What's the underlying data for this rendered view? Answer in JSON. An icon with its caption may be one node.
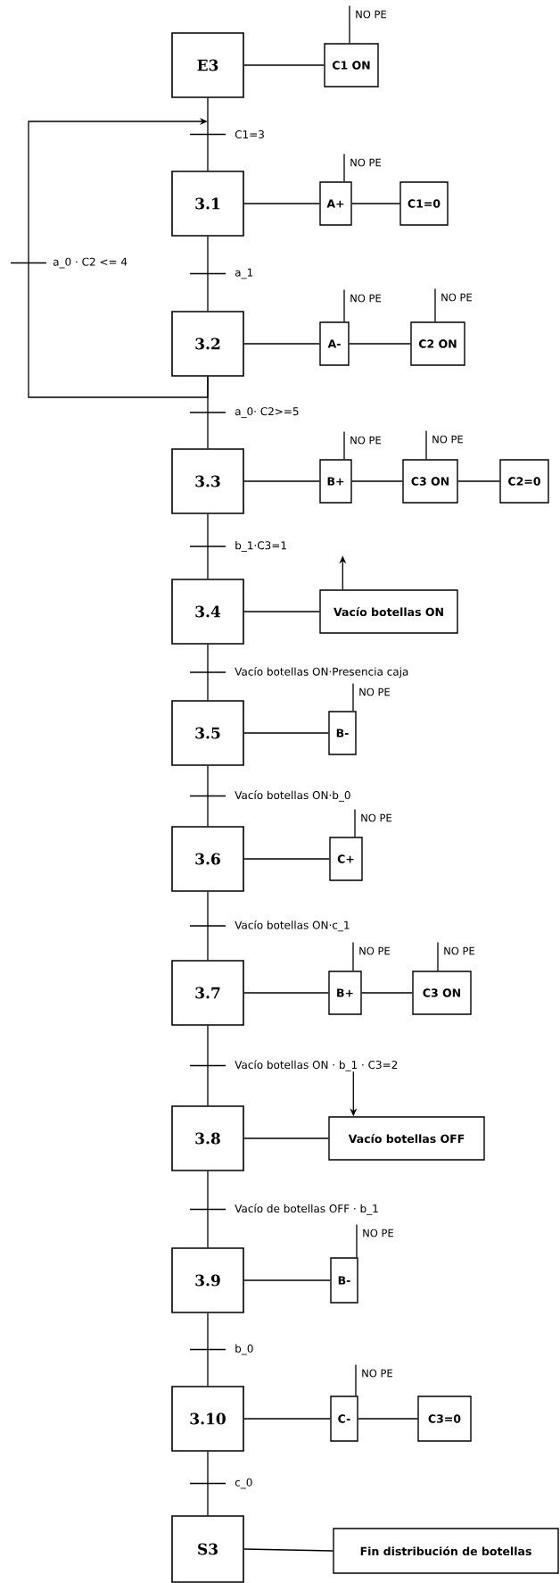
{
  "diagram": {
    "nodes": [
      {
        "text": [
          "NO PE"
        ]
      },
      {
        "text": [
          "E3"
        ]
      },
      {
        "text": [
          "C1 ON"
        ]
      },
      {
        "text": [
          "NO PE"
        ]
      },
      {
        "text": [
          "3.1"
        ]
      },
      {
        "text": [
          "A+"
        ]
      },
      {
        "text": [
          "C1=0"
        ]
      },
      {
        "text": [
          "NO PE"
        ]
      },
      {
        "text": [
          "NO PE"
        ]
      },
      {
        "text": [
          "3.2"
        ]
      },
      {
        "text": [
          "A-"
        ]
      },
      {
        "text": [
          "C2 ON"
        ]
      },
      {
        "text": [
          "NO PE"
        ]
      },
      {
        "text": [
          "NO PE"
        ]
      },
      {
        "text": [
          "3.3"
        ]
      },
      {
        "text": [
          "B+"
        ]
      },
      {
        "text": [
          "C3 ON"
        ]
      },
      {
        "text": [
          "C2=0"
        ]
      },
      {
        "text": [
          "3.4"
        ]
      },
      {
        "text": [
          "Vacío botellas ON"
        ]
      },
      {
        "text": [
          "NO PE"
        ]
      },
      {
        "text": [
          "3.5"
        ]
      },
      {
        "text": [
          "B-"
        ]
      },
      {
        "text": [
          "NO PE"
        ]
      },
      {
        "text": [
          "3.6"
        ]
      },
      {
        "text": [
          "C+"
        ]
      },
      {
        "text": [
          "NO PE"
        ]
      },
      {
        "text": [
          "NO PE"
        ]
      },
      {
        "text": [
          "3.7"
        ]
      },
      {
        "text": [
          "B+"
        ]
      },
      {
        "text": [
          "C3 ON"
        ]
      },
      {
        "text": [
          "3.8"
        ]
      },
      {
        "text": [
          "Vacío botellas OFF"
        ]
      },
      {
        "text": [
          "NO PE"
        ]
      },
      {
        "text": [
          "3.9"
        ]
      },
      {
        "text": [
          "B-"
        ]
      },
      {
        "text": [
          "NO PE"
        ]
      },
      {
        "text": [
          "3.10"
        ]
      },
      {
        "text": [
          "C-"
        ]
      },
      {
        "text": [
          "C3=0"
        ]
      },
      {
        "text": [
          "S3"
        ]
      },
      {
        "text": [
          "Fin distribución de botellas"
        ]
      }
    ],
    "edges": [
      {
        "from": 1,
        "to": 4,
        "arrow": "none",
        "label": "C1=3"
      },
      {
        "from": 4,
        "to": 9,
        "arrow": "none",
        "label": "a_1"
      },
      {
        "from": 9,
        "to": 14,
        "arrow": "none",
        "label": "a_0· C2>=5"
      },
      {
        "from": 14,
        "to": 18,
        "arrow": "none",
        "label": "b_1·C3=1"
      },
      {
        "from": 18,
        "to": 21,
        "arrow": "none",
        "label": "Vacío botellas ON·Presencia caja"
      },
      {
        "from": 21,
        "to": 24,
        "arrow": "none",
        "label": "Vacío botellas ON·b_0"
      },
      {
        "from": 24,
        "to": 28,
        "arrow": "none",
        "label": "Vacío botellas ON·c_1"
      },
      {
        "from": 28,
        "to": 31,
        "arrow": "none",
        "label": "Vacío botellas ON · b_1 · C3=2"
      },
      {
        "from": 31,
        "to": 34,
        "arrow": "none",
        "label": "Vacío de botellas OFF · b_1"
      },
      {
        "from": 34,
        "to": 37,
        "arrow": "none",
        "label": "b_0"
      },
      {
        "from": 37,
        "to": 40,
        "arrow": "none",
        "label": "c_0"
      },
      {
        "from": 9,
        "to": null,
        "arrow": "to",
        "label": "a_0 · C2 <= 4"
      },
      {
        "from": 1,
        "to": 2,
        "arrow": "none"
      },
      {
        "from": 4,
        "to": 5,
        "arrow": "none"
      },
      {
        "from": 5,
        "to": 6,
        "arrow": "none"
      },
      {
        "from": 9,
        "to": 10,
        "arrow": "none"
      },
      {
        "from": 10,
        "to": 11,
        "arrow": "none"
      },
      {
        "from": 14,
        "to": 15,
        "arrow": "none"
      },
      {
        "from": 15,
        "to": 16,
        "arrow": "none"
      },
      {
        "from": 16,
        "to": 17,
        "arrow": "none"
      },
      {
        "from": 18,
        "to": 19,
        "arrow": "none"
      },
      {
        "from": 21,
        "to": 22,
        "arrow": "none"
      },
      {
        "from": 24,
        "to": 25,
        "arrow": "none"
      },
      {
        "from": 28,
        "to": 29,
        "arrow": "none"
      },
      {
        "from": 29,
        "to": 30,
        "arrow": "none"
      },
      {
        "from": 31,
        "to": 32,
        "arrow": "none"
      },
      {
        "from": 34,
        "to": 35,
        "arrow": "none"
      },
      {
        "from": 37,
        "to": 38,
        "arrow": "none"
      },
      {
        "from": 38,
        "to": 39,
        "arrow": "none"
      },
      {
        "from": 40,
        "to": 41,
        "arrow": "none"
      },
      {
        "from": 0,
        "to": 2,
        "arrow": "none"
      },
      {
        "from": 3,
        "to": 5,
        "arrow": "none"
      },
      {
        "from": 7,
        "to": 10,
        "arrow": "none"
      },
      {
        "from": 8,
        "to": 11,
        "arrow": "none"
      },
      {
        "from": 12,
        "to": 15,
        "arrow": "none"
      },
      {
        "from": 13,
        "to": 16,
        "arrow": "none"
      },
      {
        "from": 20,
        "to": 22,
        "arrow": "none"
      },
      {
        "from": 23,
        "to": 25,
        "arrow": "none"
      },
      {
        "from": 26,
        "to": 29,
        "arrow": "none"
      },
      {
        "from": 27,
        "to": 30,
        "arrow": "none"
      },
      {
        "from": 33,
        "to": 35,
        "arrow": "none"
      },
      {
        "from": 36,
        "to": 38,
        "arrow": "none"
      },
      {
        "from": 19,
        "to": null,
        "arrow": "to"
      },
      {
        "from": null,
        "to": 32,
        "arrow": "to"
      }
    ]
  }
}
